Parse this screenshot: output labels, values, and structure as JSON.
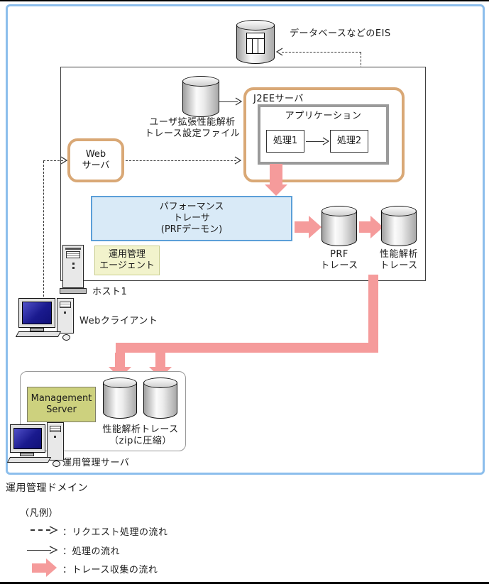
{
  "page": {
    "domain_label": "運用管理ドメイン"
  },
  "eis": {
    "label": "データベースなどのEIS"
  },
  "host1": {
    "label": "ホスト1",
    "config_file_line1": "ユーザ拡張性能解析",
    "config_file_line2": "トレース設定ファイル",
    "j2ee_label": "J2EEサーバ",
    "app_label": "アプリケーション",
    "process1": "処理1",
    "process2": "処理2",
    "web_line1": "Web",
    "web_line2": "サーバ",
    "tracer_line1": "パフォーマンス",
    "tracer_line2": "トレーサ",
    "tracer_line3": "(PRFデーモン)",
    "agent_line1": "運用管理",
    "agent_line2": "エージェント",
    "prf_line1": "PRF",
    "prf_line2": "トレース",
    "perf_line1": "性能解析",
    "perf_line2": "トレース"
  },
  "web_client": {
    "label": "Webクライアント"
  },
  "mgmt": {
    "server_line1": "Management",
    "server_line2": "Server",
    "trace_line1": "性能解析トレース",
    "trace_line2": "（zipに圧縮）",
    "host_label": "運用管理サーバ"
  },
  "legend": {
    "title": "（凡例）",
    "request_flow": "：リクエスト処理の流れ",
    "process_flow": "：処理の流れ",
    "trace_flow": "：トレース収集の流れ"
  },
  "colors": {
    "domain_border": "#8cbeec",
    "server_border_tan": "#d9a876",
    "application_border": "#9a9a9a",
    "tracer_fill": "#d9eaf7",
    "tracer_border": "#5b9fd8",
    "agent_fill": "#f2f3cc",
    "management_fill": "#cdd17e",
    "trace_arrow_pink": "#f59b9b"
  }
}
